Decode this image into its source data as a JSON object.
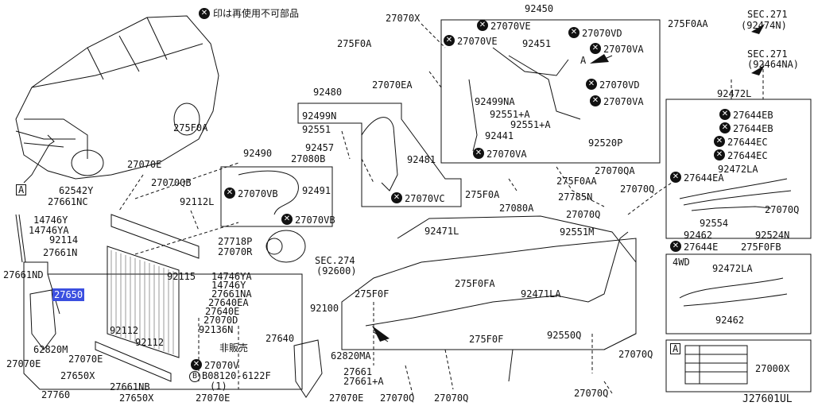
{
  "notice": "印は再使用不可部品",
  "diagram_id": "J27601UL",
  "not_for_sale": "非販売",
  "four_wd": "4WD",
  "inset_ref": "A",
  "inset_part": "27000X",
  "sec_refs": [
    {
      "sec": "SEC.271",
      "code": "(92474N)"
    },
    {
      "sec": "SEC.271",
      "code": "(92464NA)"
    },
    {
      "sec": "SEC.274",
      "code": "(92600)"
    }
  ],
  "bolt": {
    "code": "B08120-6122F",
    "qty": "(1)"
  },
  "highlight_part": "27650",
  "parts": [
    "27070X",
    "92450",
    "275F0AA",
    "275F0A",
    "27070VE",
    "27070VE",
    "92451",
    "27070VD",
    "27070VA",
    "27070EA",
    "92480",
    "92499NA",
    "27070VD",
    "27070VA",
    "92499N",
    "92551",
    "92551+A",
    "92551+A",
    "92441",
    "92520P",
    "92457",
    "27080B",
    "92481",
    "27070VA",
    "275F0A",
    "275F0AA",
    "92490",
    "275F0A",
    "27070E",
    "62542Y",
    "27070QB",
    "27661NC",
    "92112L",
    "27070VB",
    "92491",
    "27070VC",
    "27080A",
    "27785N",
    "27070Q",
    "27070QA",
    "14746Y",
    "14746YA",
    "92114",
    "27070VB",
    "27718P",
    "27070R",
    "27661N",
    "27661ND",
    "92471L",
    "27070Q",
    "92551M",
    "92115",
    "14746YA",
    "14746Y",
    "27661NA",
    "27640EA",
    "27640E",
    "27070D",
    "92136N",
    "27640",
    "92100",
    "92112",
    "92112",
    "275F0F",
    "275F0FA",
    "92471LA",
    "92550Q",
    "275F0F",
    "27070Q",
    "62820M",
    "27070E",
    "27070E",
    "27650X",
    "27070V",
    "27661NB",
    "27650X",
    "27070E",
    "27760",
    "62820MA",
    "27661",
    "27661+A",
    "27070Q",
    "27070Q",
    "27070E",
    "27070Q",
    "92472L",
    "27644EB",
    "27644EB",
    "27644EC",
    "27644EC",
    "92472LA",
    "27644EA",
    "27070Q",
    "92554",
    "92462",
    "92524N",
    "27644E",
    "275F0FB",
    "92472LA",
    "92462"
  ]
}
